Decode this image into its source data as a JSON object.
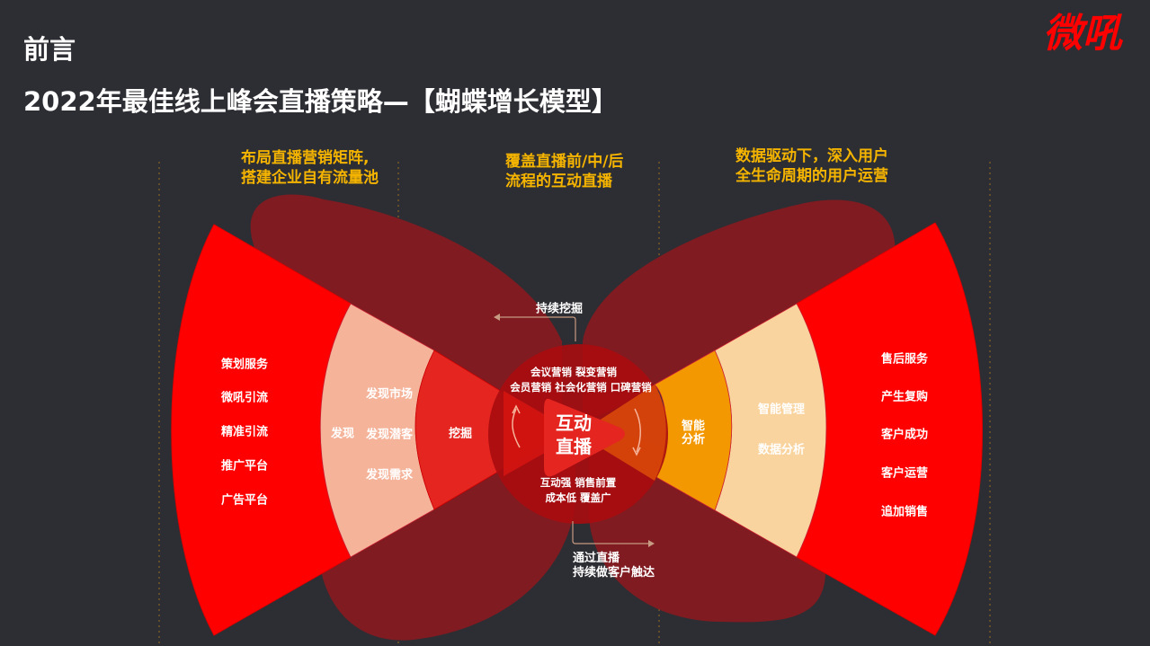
{
  "header": {
    "section_title": "前言",
    "main_title": "2022年最佳线上峰会直播策略—【蝴蝶增长模型】",
    "logo_text": "微吼"
  },
  "columns": [
    {
      "heading_line1": "布局直播营销矩阵,",
      "heading_line2": "搭建企业自有流量池"
    },
    {
      "heading_line1": "覆盖直播前/中/后",
      "heading_line2": "流程的互动直播"
    },
    {
      "heading_line1": "数据驱动下，深入用户",
      "heading_line2": "全生命周期的用户运营"
    }
  ],
  "left_wing": {
    "outer_items": [
      "策划服务",
      "微吼引流",
      "精准引流",
      "推广平台",
      "广告平台"
    ],
    "middle_label": "发现",
    "middle_items": [
      "发现市场",
      "发现潜客",
      "发现需求"
    ],
    "inner_label": "挖掘"
  },
  "center": {
    "core_line1": "互动",
    "core_line2": "直播",
    "top_line1": "会议营销  裂变营销",
    "top_line2": "会员营销  社会化营销  口碑营销",
    "bottom_line1": "互动强  销售前置",
    "bottom_line2": "成本低  覆盖广",
    "arrow_top_label": "持续挖掘",
    "arrow_bottom_line1": "通过直播",
    "arrow_bottom_line2": "持续做客户触达"
  },
  "right_wing": {
    "inner_line1": "智能",
    "inner_line2": "分析",
    "middle_items": [
      "智能管理",
      "数据分析"
    ],
    "outer_items": [
      "售后服务",
      "产生复购",
      "客户成功",
      "客户运营",
      "追加销售"
    ]
  },
  "colors": {
    "background": "#2d2e33",
    "heading_yellow": "#f5b400",
    "bright_red": "#ff0000",
    "dark_wing": "#801b21",
    "salmon": "#f5b39a",
    "mid_red": "#e42520",
    "orange": "#f39800",
    "cream": "#fad49e",
    "core_circle": "#a80c10"
  }
}
